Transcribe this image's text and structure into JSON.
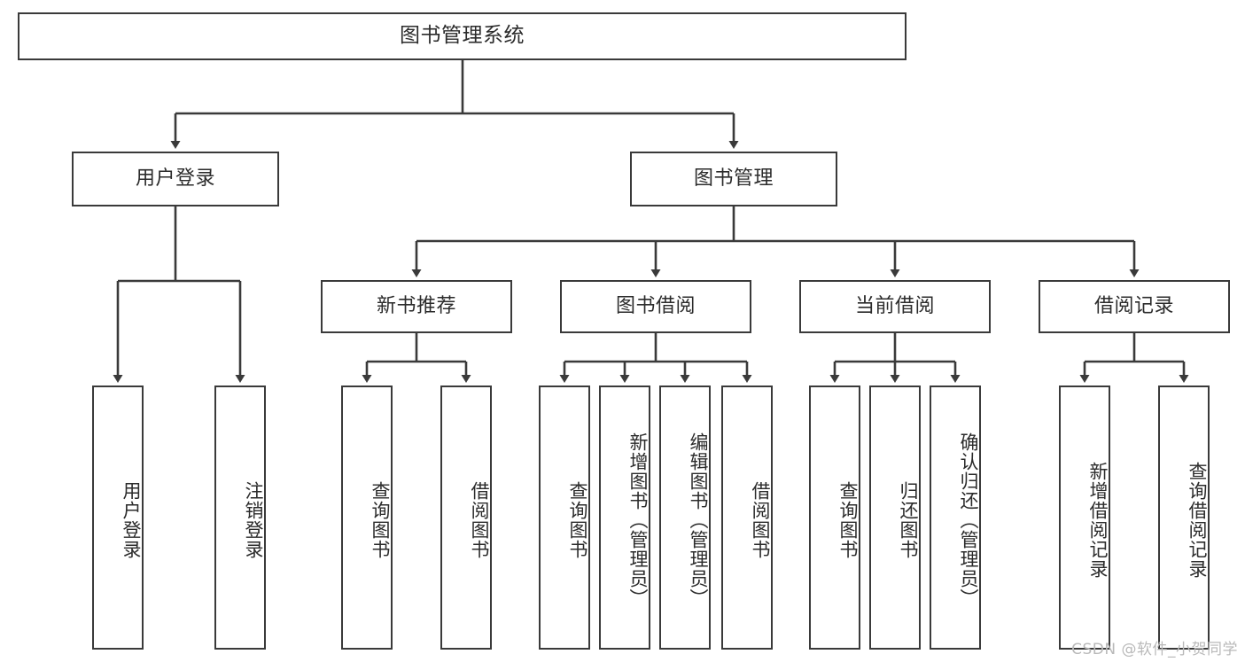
{
  "diagram": {
    "title": "图书管理系统",
    "type": "tree-hierarchy",
    "root": {
      "id": "root",
      "label": "图书管理系统"
    },
    "level2": [
      {
        "id": "user-login",
        "label": "用户登录"
      },
      {
        "id": "book-manage",
        "label": "图书管理"
      }
    ],
    "level3": [
      {
        "id": "new-book-recommend",
        "label": "新书推荐",
        "parent": "book-manage"
      },
      {
        "id": "book-borrow",
        "label": "图书借阅",
        "parent": "book-manage"
      },
      {
        "id": "current-borrow",
        "label": "当前借阅",
        "parent": "book-manage"
      },
      {
        "id": "borrow-record",
        "label": "借阅记录",
        "parent": "book-manage"
      }
    ],
    "leaves": {
      "user_login": [
        {
          "id": "leaf-user-login",
          "label": "用户登录"
        },
        {
          "id": "leaf-user-logout",
          "label": "注销登录"
        }
      ],
      "new_book_recommend": [
        {
          "id": "leaf-query-book-1",
          "label": "查询图书"
        },
        {
          "id": "leaf-borrow-book-1",
          "label": "借阅图书"
        }
      ],
      "book_borrow": [
        {
          "id": "leaf-query-book-2",
          "label": "查询图书"
        },
        {
          "id": "leaf-add-book",
          "label": "新增图书（管理员）"
        },
        {
          "id": "leaf-edit-book",
          "label": "编辑图书（管理员）"
        },
        {
          "id": "leaf-borrow-book-2",
          "label": "借阅图书"
        }
      ],
      "current_borrow": [
        {
          "id": "leaf-query-book-3",
          "label": "查询图书"
        },
        {
          "id": "leaf-return-book",
          "label": "归还图书"
        },
        {
          "id": "leaf-confirm-return",
          "label": "确认归还（管理员）"
        }
      ],
      "borrow_record": [
        {
          "id": "leaf-add-record",
          "label": "新增借阅记录"
        },
        {
          "id": "leaf-query-record",
          "label": "查询借阅记录"
        }
      ]
    }
  },
  "watermark": {
    "text": "CSDN @软件_小贺同学"
  },
  "colors": {
    "box_border": "#3a3a3a",
    "box_fill": "#ffffff",
    "text": "#2b2b2b",
    "edge": "#3a3a3a",
    "watermark": "#b9b9b9",
    "background": "#ffffff"
  }
}
